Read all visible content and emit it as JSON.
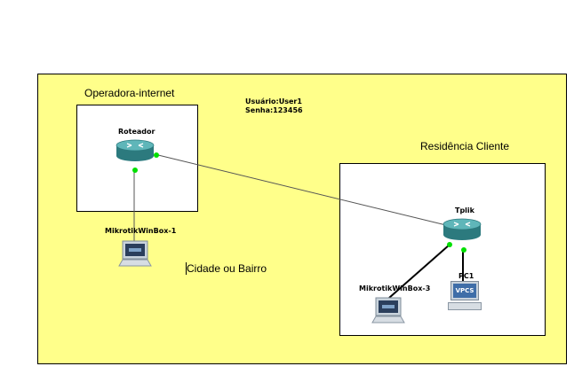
{
  "zones": {
    "operadora": {
      "label": "Operadora-internet"
    },
    "residencia": {
      "label": "Residência Cliente"
    },
    "cidade": {
      "label": "Cidade ou Bairro"
    }
  },
  "note": {
    "user": "Usuário:User1",
    "password": "Senha:123456"
  },
  "nodes": {
    "roteador": {
      "label": "Roteador",
      "icon": "router-icon"
    },
    "winbox1": {
      "label": "MikrotikWinBox-1",
      "icon": "laptop-icon"
    },
    "tplik": {
      "label": "Tplik",
      "icon": "router-icon"
    },
    "winbox3": {
      "label": "MikrotikWinBox-3",
      "icon": "laptop-icon"
    },
    "pc1": {
      "label": "PC1",
      "icon": "vpcs-computer-icon",
      "screen_text": "VPCS"
    }
  },
  "colors": {
    "outer_zone": "#ffff8a",
    "inner_zone": "#ffffff",
    "router": "#3a8f93",
    "link_up": "#00e000",
    "link_line": "#555555"
  }
}
